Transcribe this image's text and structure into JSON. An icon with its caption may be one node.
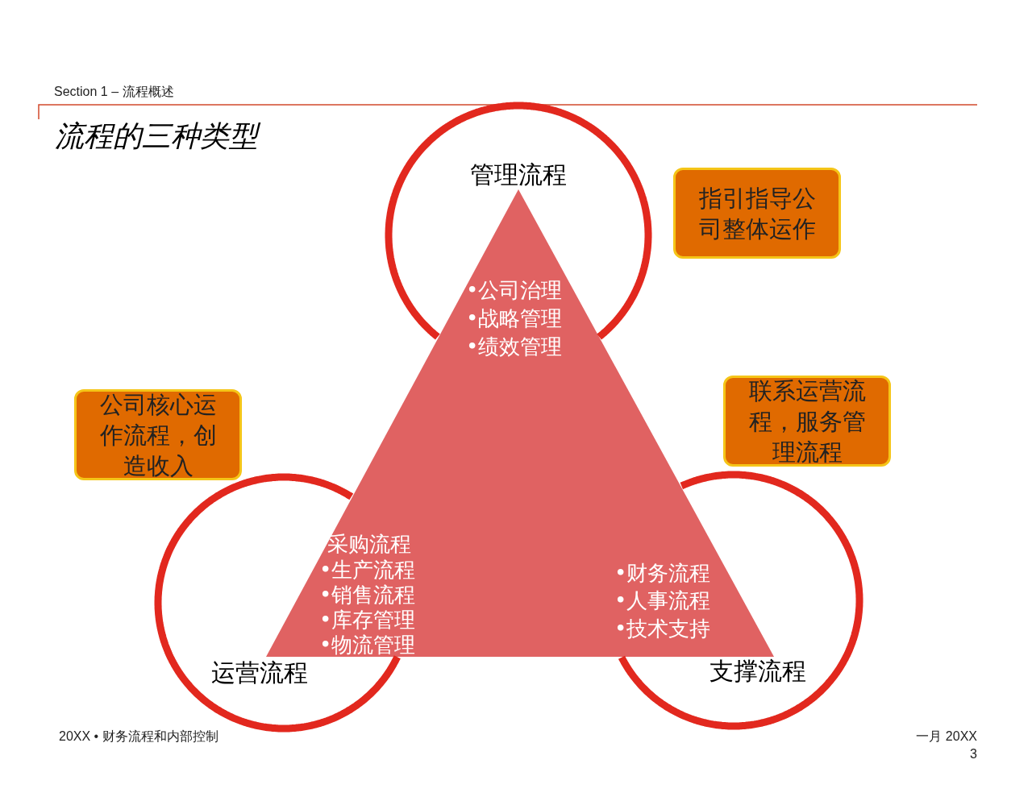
{
  "diagram": {
    "title": "流程的三种类型",
    "nodes": [
      {
        "text": [
          "管理流程",
          "•公司治理",
          "•战略管理",
          "•绩效管理"
        ]
      },
      {
        "text": [
          "运营流程",
          "采购流程",
          "•生产流程",
          "•销售流程",
          "•库存管理",
          "•物流管理"
        ]
      },
      {
        "text": [
          "支撑流程",
          "•财务流程",
          "•人事流程",
          "•技术支持"
        ]
      },
      {
        "text": [],
        "shape": "triangle"
      },
      {
        "text": [
          "指引指导公司整体运作"
        ]
      },
      {
        "text": [
          "公司核心运作流程，创造收入"
        ]
      },
      {
        "text": [
          "联系运营流程，服务管理流程"
        ]
      }
    ],
    "labels": [
      "Section 1 – 流程概述",
      "20XX • 财务流程和内部控制",
      "一月 20XX",
      "3"
    ]
  }
}
